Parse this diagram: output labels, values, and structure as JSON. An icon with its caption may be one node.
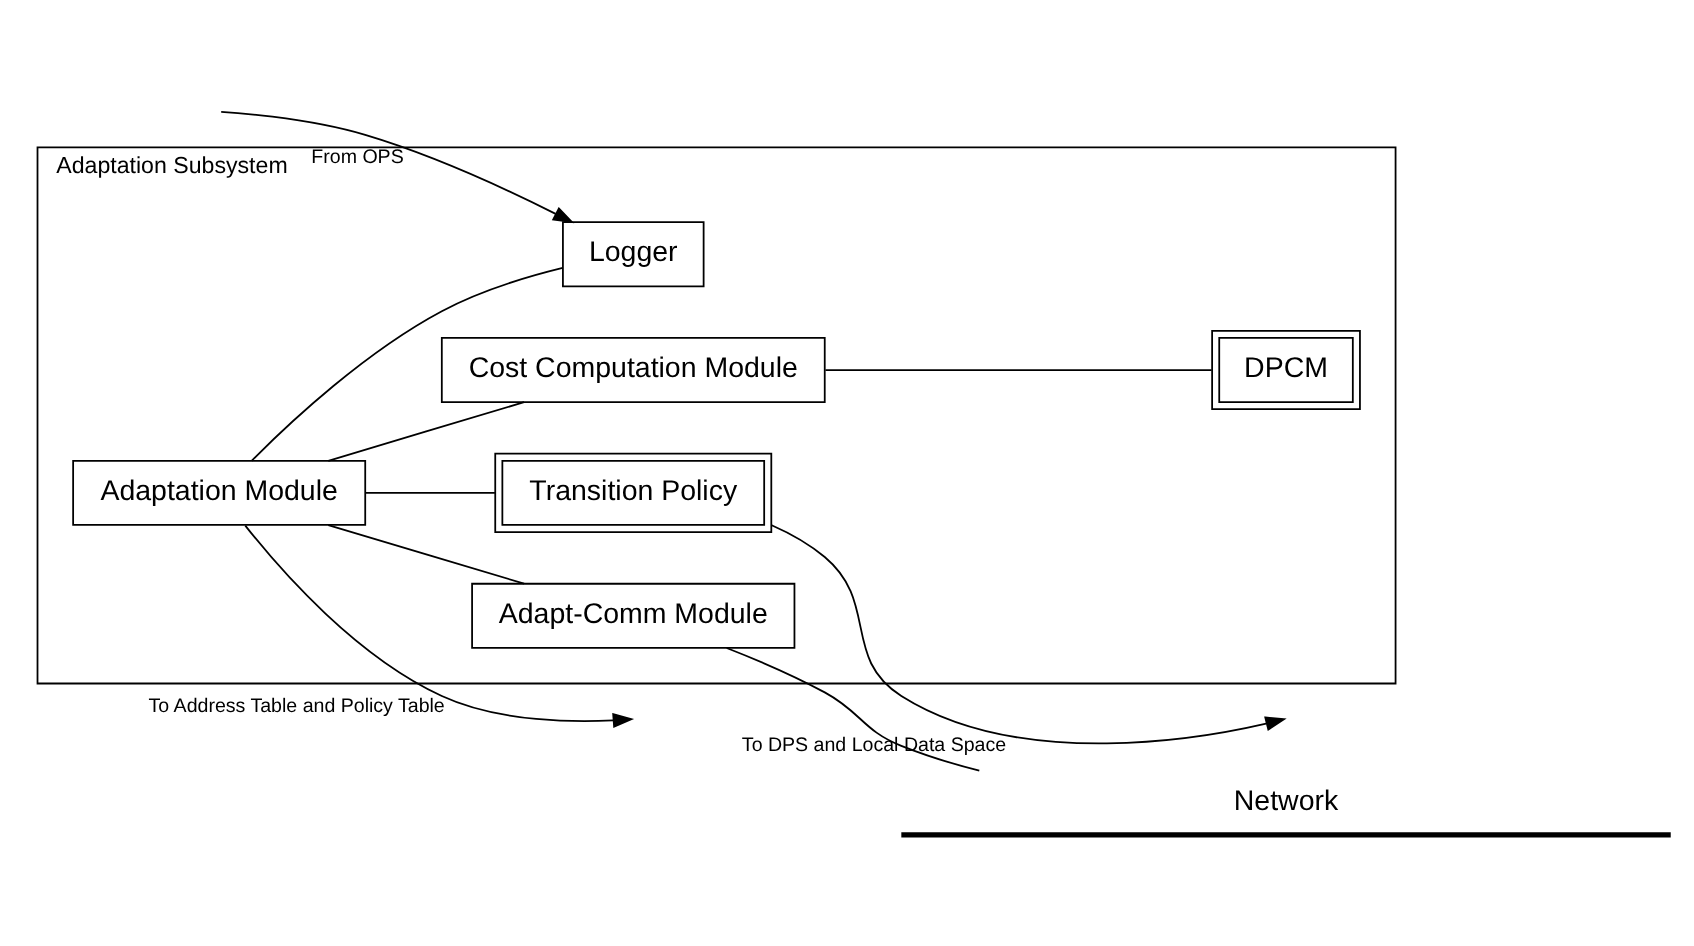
{
  "diagram": {
    "nodes": [
      {
        "text": [
          "Adaptation Subsystem"
        ]
      },
      {
        "text": [
          "Adaptation Module"
        ],
        "in": 0
      },
      {
        "text": [
          "Logger"
        ],
        "in": 0
      },
      {
        "text": [
          "Cost Computation Module"
        ],
        "in": 0
      },
      {
        "text": [
          "DPCM"
        ],
        "in": 0
      },
      {
        "text": [
          "Transition Policy"
        ],
        "in": 0
      },
      {
        "text": [
          "Adapt-Comm Module"
        ],
        "in": 0
      },
      {
        "text": [
          "Network"
        ]
      }
    ],
    "edges": [
      {
        "from": 1,
        "to": 2,
        "arrow": "none"
      },
      {
        "from": 1,
        "to": 3,
        "arrow": "none"
      },
      {
        "from": 3,
        "to": 4,
        "arrow": "none"
      },
      {
        "from": 1,
        "to": 6,
        "arrow": "none"
      },
      {
        "from": 1,
        "to": 5,
        "arrow": "none"
      },
      {
        "from": null,
        "to": 2,
        "arrow": "to",
        "label": "From OPS"
      },
      {
        "from": 1,
        "to": null,
        "arrow": "to",
        "label": "To Address Table and Policy Table"
      },
      {
        "from": 5,
        "to": null,
        "arrow": "to",
        "label": "To DPS and Local Data Space"
      },
      {
        "from": 6,
        "to": 7,
        "arrow": "none"
      }
    ]
  }
}
